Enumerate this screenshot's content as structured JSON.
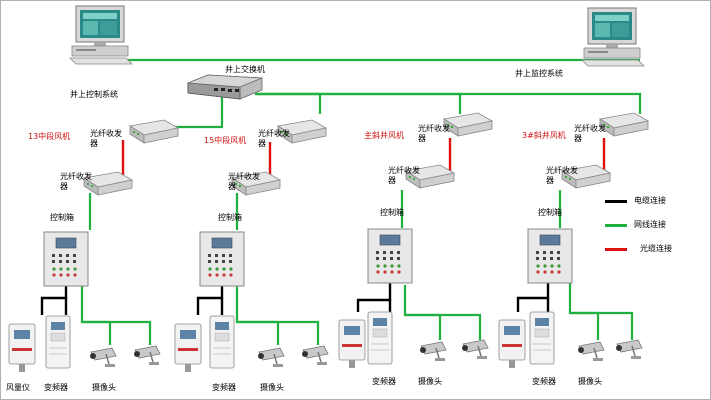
{
  "labels": {
    "surface_control": "井上控制系统",
    "surface_switch": "井上交换机",
    "surface_monitor": "井上监控系统",
    "optical_transceiver": "光纤收发器",
    "control_box": "控制箱",
    "anemometer": "风量仪",
    "vfd": "变频器",
    "camera": "摄像头"
  },
  "fans": [
    {
      "name": "13中段风机"
    },
    {
      "name": "15中段风机"
    },
    {
      "name": "主斜井风机"
    },
    {
      "name": "3#斜井风机"
    }
  ],
  "legend": [
    {
      "label": "电缆连接",
      "color": "#000000"
    },
    {
      "label": "网线连接",
      "color": "#20b040"
    },
    {
      "label": "光缆连接",
      "color": "#e01010"
    }
  ],
  "colors": {
    "cable": "#000000",
    "network": "#20b040",
    "fiber": "#e01010",
    "fan_label": "#d01010"
  }
}
